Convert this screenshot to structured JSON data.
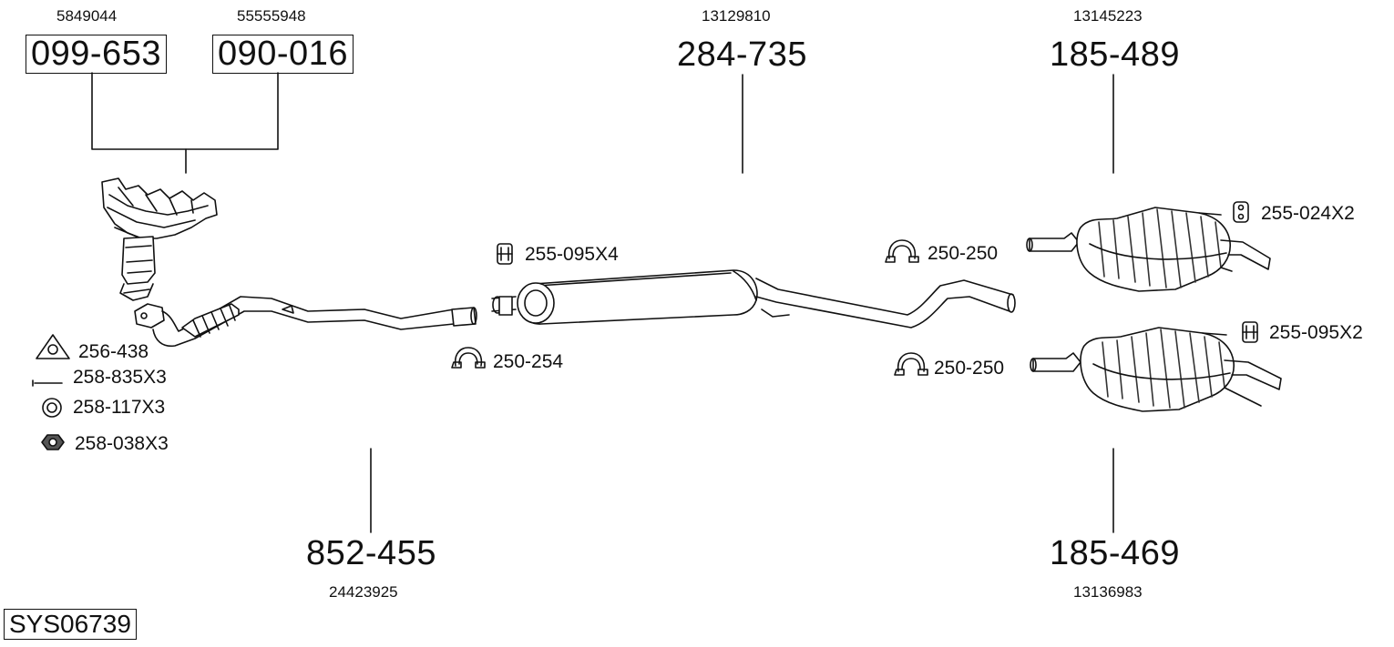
{
  "diagram_id": "SYS06739",
  "parts": {
    "manifold_left": {
      "oem": "5849044",
      "code": "099-653"
    },
    "manifold_right": {
      "oem": "55555948",
      "code": "090-016"
    },
    "front_pipe": {
      "oem": "24423925",
      "code": "852-455"
    },
    "center_silencer": {
      "oem": "13129810",
      "code": "284-735"
    },
    "rear_silencer_top": {
      "oem": "13145223",
      "code": "185-489"
    },
    "rear_silencer_bottom": {
      "oem": "13136983",
      "code": "185-469"
    }
  },
  "accessories": {
    "gasket": "256-438",
    "bolt": "258-835X3",
    "ring": "258-117X3",
    "nut": "258-038X3",
    "clamp_front": "250-254",
    "hanger_center": "255-095X4",
    "clamp_mid_top": "250-250",
    "clamp_mid_bottom": "250-250",
    "hanger_rear_top": "255-024X2",
    "hanger_rear_bottom": "255-095X2"
  },
  "colors": {
    "line": "#111111",
    "fill": "#ffffff",
    "hatch": "#333333"
  }
}
